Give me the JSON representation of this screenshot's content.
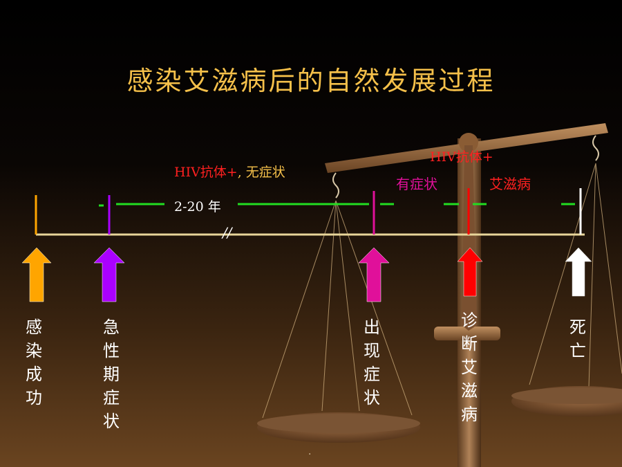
{
  "title": "感染艾滋病后的自然发展过程",
  "timeline": {
    "duration_label": "2-20 年",
    "break_mark": "//"
  },
  "labels": {
    "phase1_hiv": "HIV抗体+",
    "phase1_sep": ",",
    "phase1_symptom": " 无症状",
    "phase2_hiv": "HIV抗体+",
    "phase2_symptom": "有症状",
    "phase2_aids": "艾滋病"
  },
  "events": [
    {
      "label": "感染成功",
      "color": "#ffa500"
    },
    {
      "label": "急性期症状",
      "color": "#aa00ff"
    },
    {
      "label": "出现症状",
      "color": "#e0109a"
    },
    {
      "label": "诊断艾滋病",
      "color": "#ff0000"
    },
    {
      "label": "死亡",
      "color": "#ffffff"
    }
  ],
  "colors": {
    "title": "#f5c04a",
    "timeline": "#e8d69a",
    "dash": "#22dd22",
    "hiv_text": "#ff2020",
    "symptom_text": "#e0109a",
    "label_text": "#ffffff"
  },
  "footer": "."
}
